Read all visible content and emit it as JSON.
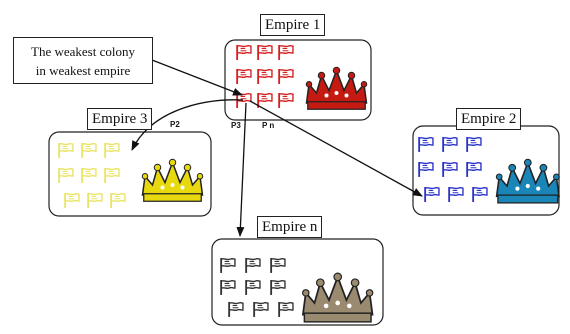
{
  "callout": {
    "line1": "The weakest colony",
    "line2": "in weakest empire"
  },
  "empires": [
    {
      "name": "Empire 1",
      "flag_color": "#d42020",
      "crown_color": "#c41a12"
    },
    {
      "name": "Empire 2",
      "flag_color": "#2b34c8",
      "crown_color": "#1a86b8"
    },
    {
      "name": "Empire 3",
      "flag_color": "#e6e04a",
      "crown_color": "#e8d80e"
    },
    {
      "name": "Empire n",
      "flag_color": "#333333",
      "crown_color": "#9a8a70"
    }
  ],
  "path_labels": {
    "p2": "P2",
    "p3": "P3",
    "pn": "P n"
  },
  "icons": [
    "flag-icon",
    "crown-icon"
  ]
}
